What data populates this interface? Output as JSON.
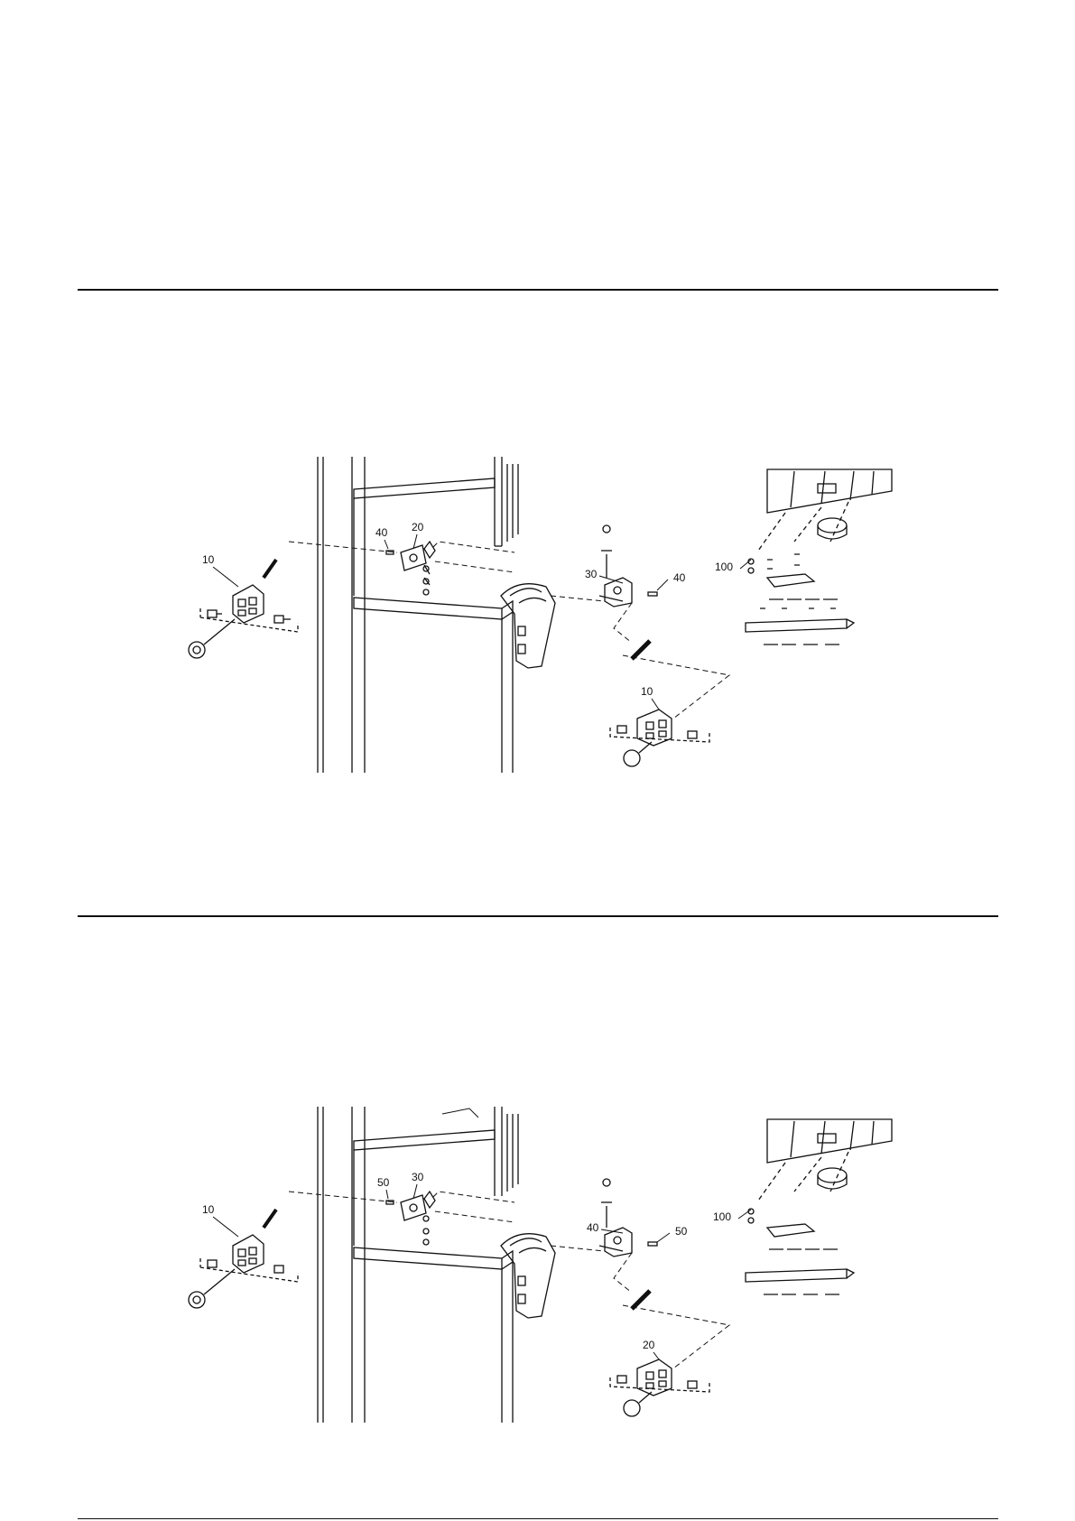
{
  "diagrams": [
    {
      "labels": {
        "left_assembly": "10",
        "bracket": "20",
        "bracket_pin": "40",
        "center_block": "30",
        "center_pin": "40",
        "right_assembly": "10",
        "far_right_stack": "100"
      }
    },
    {
      "labels": {
        "left_assembly": "10",
        "bracket": "30",
        "bracket_pin": "50",
        "center_block": "40",
        "center_pin": "50",
        "right_assembly": "20",
        "far_right_stack": "100"
      }
    }
  ]
}
